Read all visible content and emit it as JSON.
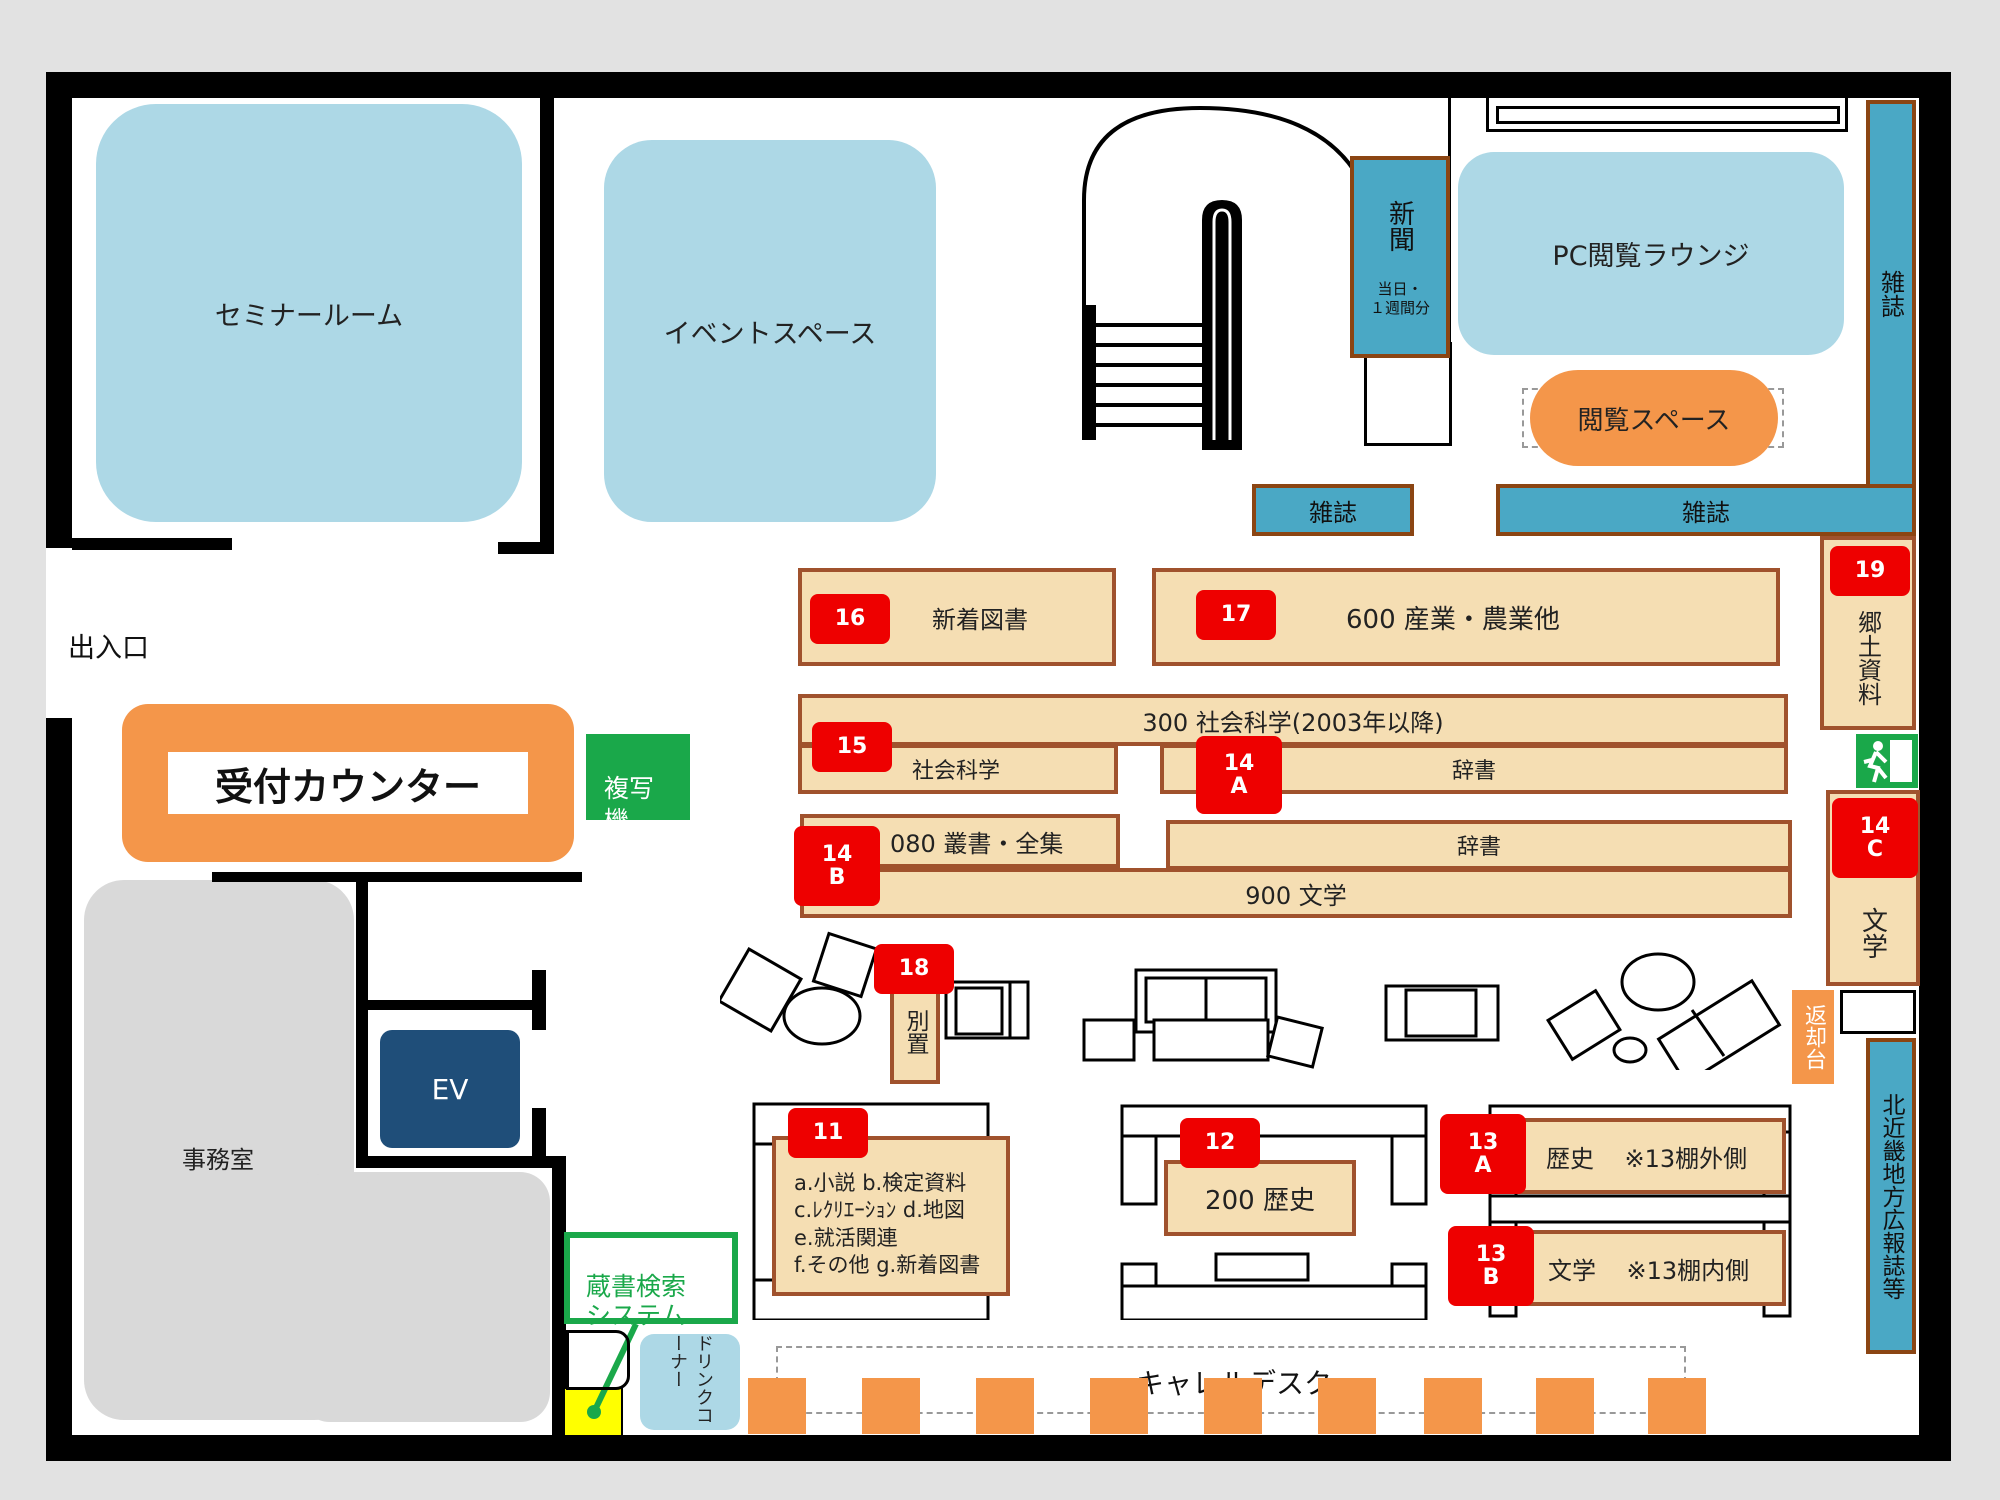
{
  "rooms": {
    "seminar": "セミナールーム",
    "event": "イベントスペース",
    "pc_lounge": "PC閲覧ラウンジ",
    "reading": "閲覧スペース",
    "office": "事務室",
    "ev": "EV"
  },
  "entrance": "出入口",
  "reception": "受付カウンター",
  "copier": "複写\n機",
  "newspaper": {
    "title": "新聞",
    "sub": "当日・\n１週間分"
  },
  "magazines": {
    "right": "雑誌",
    "small": "雑誌",
    "long": "雑誌"
  },
  "badges": {
    "b16": "16",
    "b17": "17",
    "b15": "15",
    "b14a": "14\nA",
    "b14b": "14\nB",
    "b14c": "14\nC",
    "b19": "19",
    "b18": "18",
    "b11": "11",
    "b12": "12",
    "b13a": "13\nA",
    "b13b": "13\nB"
  },
  "shelves": {
    "s16": "新着図書",
    "s17": "600  産業・農業他",
    "s300": "300  社会科学(2003年以降)",
    "s15": "社会科学",
    "s14a": "辞書",
    "s080": "080  叢書・全集",
    "s14b_dict": "辞書",
    "s900": "900  文学",
    "s19": "郷土資料",
    "s14c": "文学",
    "s18": "別置",
    "s12": "200  歴史",
    "s13a": "歴史    ※13棚外側",
    "s13b": "文学    ※13棚内側",
    "s11": "a.小説 b.検定資料\nc.ﾚｸﾘｴｰｼｮﾝ d.地図\ne.就活関連\nf.その他 g.新着図書"
  },
  "return_desk": "返却台",
  "kinki": "北近畿地方広報誌等",
  "search_system": "蔵書検索\nシステム",
  "drink_corner": "ドリンクコーナー",
  "carrel": "キャレルデスク",
  "colors": {
    "wall": "#000000",
    "room": "#add8e6",
    "shelf": "#f5deb3",
    "shelf_border": "#a0522d",
    "magazine": "#4aa8c5",
    "badge": "#ee0000",
    "orange": "#f4964a",
    "copier": "#1aa84a",
    "ev": "#1f4e79",
    "office": "#d9d9d9"
  }
}
